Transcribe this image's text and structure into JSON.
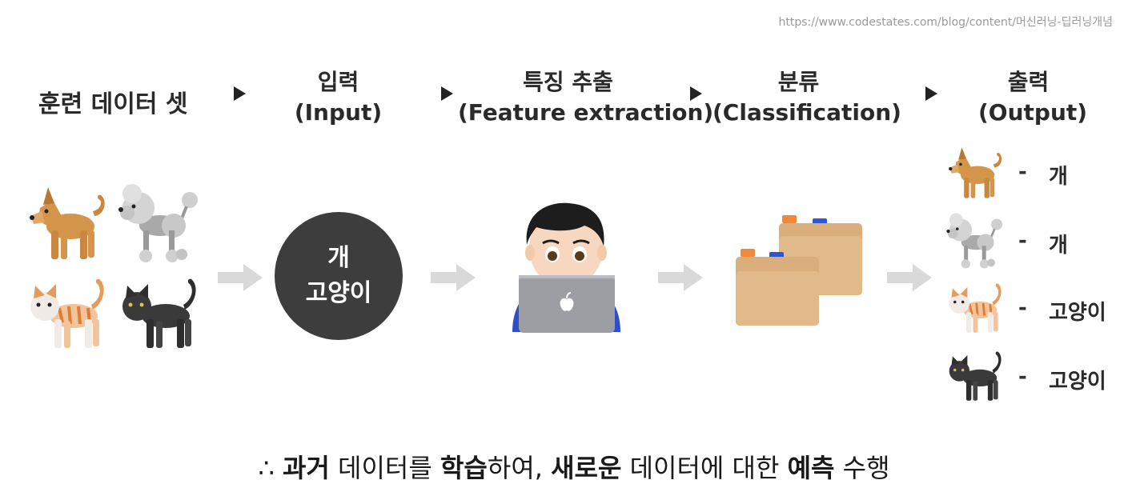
{
  "source_url": "https://www.codestates.com/blog/content/머신러닝-딥러닝개념",
  "headers": {
    "training_set": "훈련 데이터 셋",
    "input": {
      "line1": "입력",
      "line2": "(Input)"
    },
    "feature": {
      "line1": "특징 추출",
      "line2": "(Feature extraction)"
    },
    "classify": {
      "line1": "분류",
      "line2": "(Classification)"
    },
    "output": {
      "line1": "출력",
      "line2": "(Output)"
    }
  },
  "input_circle": {
    "line1": "개",
    "line2": "고양이"
  },
  "outputs": [
    {
      "dash": "-",
      "label": "개",
      "animal": "dog-icon"
    },
    {
      "dash": "-",
      "label": "개",
      "animal": "poodle-icon"
    },
    {
      "dash": "-",
      "label": "고양이",
      "animal": "cat-icon"
    },
    {
      "dash": "-",
      "label": "고양이",
      "animal": "black-cat-icon"
    }
  ],
  "bottom": {
    "therefore": "∴ ",
    "w1": "과거",
    "t1": " 데이터를 ",
    "w2": "학습",
    "t2": "하여, ",
    "w3": "새로운",
    "t3": " 데이터에 대한 ",
    "w4": "예측",
    "t4": " 수행"
  },
  "colors": {
    "circle": "#3d3d3d",
    "flow_arrow": "#d9d9d9",
    "dog_fur": "#d4954b",
    "cat_orange": "#e89a5a",
    "black_cat": "#2e2e2e",
    "poodle": "#b8b8b8",
    "folder": "#e2b98a",
    "laptop": "#9c9ea3"
  }
}
